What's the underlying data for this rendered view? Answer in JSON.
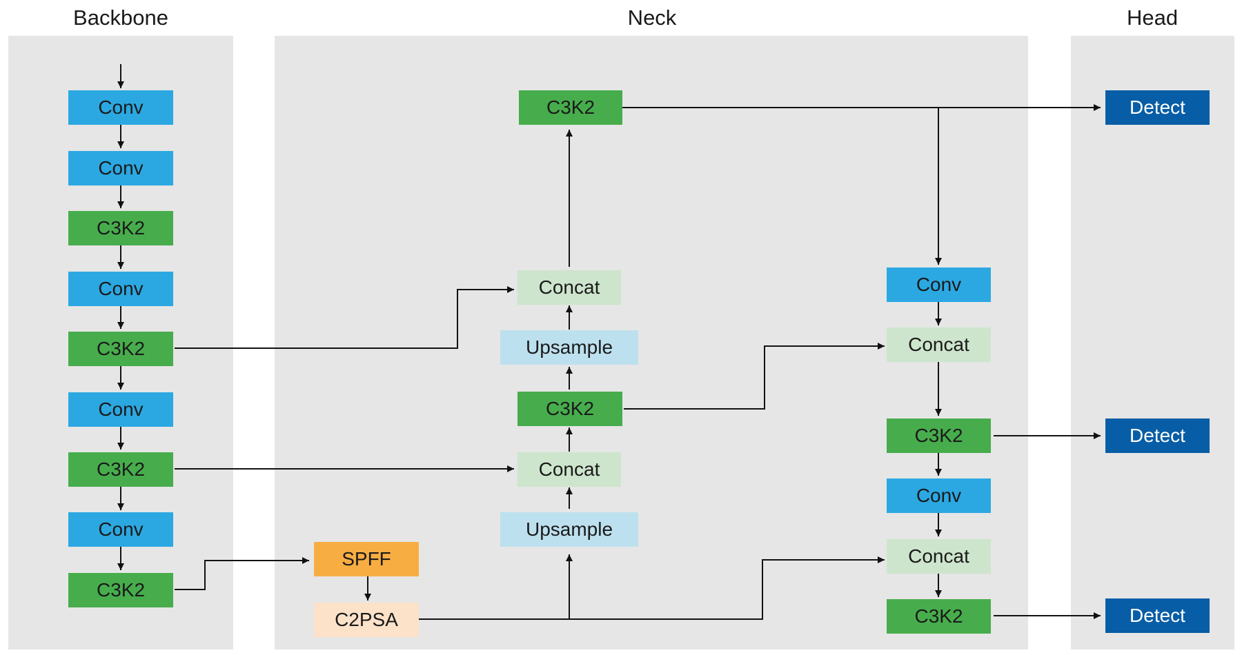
{
  "sections": {
    "backbone": "Backbone",
    "neck": "Neck",
    "head": "Head"
  },
  "backbone": [
    {
      "type": "conv",
      "label": "Conv"
    },
    {
      "type": "conv",
      "label": "Conv"
    },
    {
      "type": "c3k2",
      "label": "C3K2"
    },
    {
      "type": "conv",
      "label": "Conv"
    },
    {
      "type": "c3k2",
      "label": "C3K2"
    },
    {
      "type": "conv",
      "label": "Conv"
    },
    {
      "type": "c3k2",
      "label": "C3K2"
    },
    {
      "type": "conv",
      "label": "Conv"
    },
    {
      "type": "c3k2",
      "label": "C3K2"
    }
  ],
  "neck_left": {
    "sppf": "SPFF",
    "c2psa": "C2PSA"
  },
  "neck_mid": {
    "c3k2_top": "C3K2",
    "concat_top": "Concat",
    "upsample_top": "Upsample",
    "c3k2_mid": "C3K2",
    "concat_mid": "Concat",
    "upsample_bottom": "Upsample"
  },
  "neck_right": {
    "conv_top": "Conv",
    "concat_top": "Concat",
    "c3k2_mid": "C3K2",
    "conv_bottom": "Conv",
    "concat_bottom": "Concat",
    "c3k2_bottom": "C3K2"
  },
  "head": [
    "Detect",
    "Detect",
    "Detect"
  ],
  "colors": {
    "panel": "#e6e6e6",
    "conv": "#2ba8e2",
    "c3k2": "#47ad4c",
    "concat": "#cde5cc",
    "upsample": "#bde0ee",
    "sppf": "#f7ad42",
    "c2psa": "#fbe2c8",
    "detect": "#075da6"
  }
}
